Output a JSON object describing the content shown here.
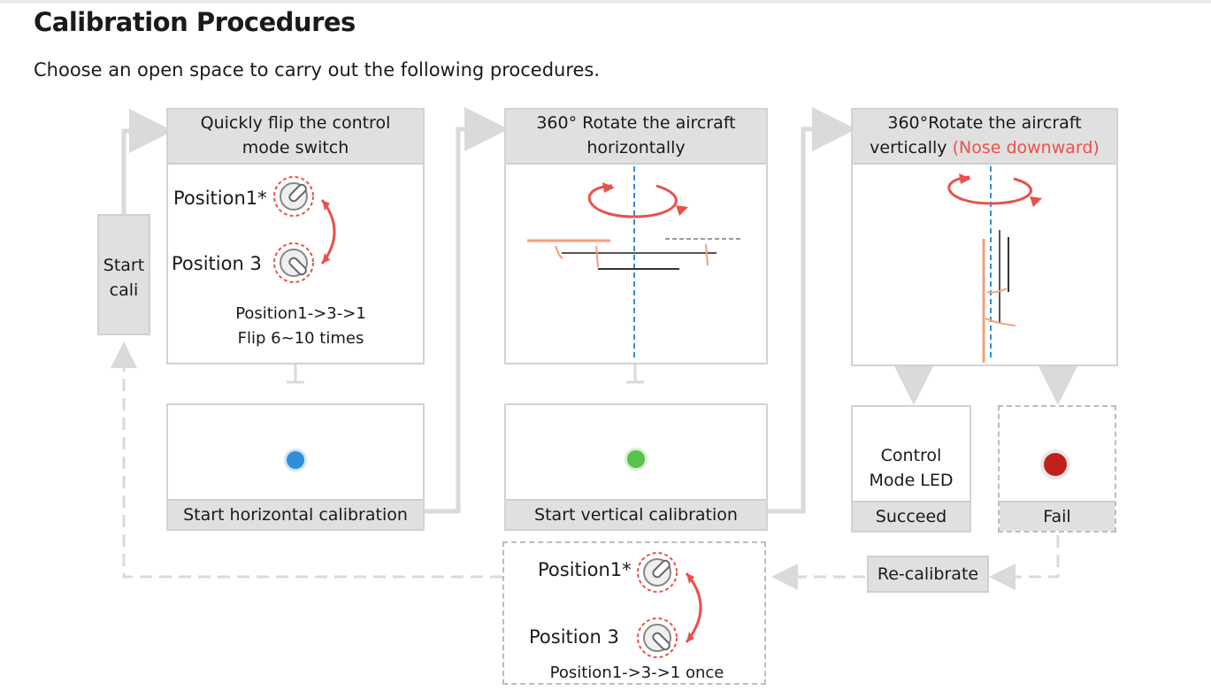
{
  "title": "Calibration Procedures",
  "subtitle": "Choose an open space to carry out the following procedures.",
  "start": {
    "line1": "Start",
    "line2": "cali"
  },
  "step1": {
    "header_line1": "Quickly flip the control",
    "header_line2": "mode switch",
    "position1": "Position1*",
    "position3": "Position 3",
    "note_line1": "Position1->3->1",
    "note_line2": "Flip 6~10 times"
  },
  "step1_result": {
    "footer": "Start horizontal calibration",
    "led_color": "#2f8fd8"
  },
  "step2": {
    "header_line1": "360° Rotate the aircraft",
    "header_line2": "horizontally"
  },
  "step2_result": {
    "footer": "Start vertical calibration",
    "led_color": "#58c24a"
  },
  "step3": {
    "header_line1": "360°Rotate the aircraft",
    "header_line2a": "vertically",
    "header_line2b": "(Nose downward)"
  },
  "succeed": {
    "line1": "Control",
    "line2": "Mode LED",
    "footer": "Succeed"
  },
  "fail": {
    "footer": "Fail",
    "led_color": "#c0211b"
  },
  "recalibrate": "Re-calibrate",
  "recal_box": {
    "position1": "Position1*",
    "position3": "Position 3",
    "note": "Position1->3->1 once"
  },
  "colors": {
    "accent_red": "#e8524a",
    "panel_grey": "#e0e0e0",
    "arrow_grey": "#dadada"
  }
}
